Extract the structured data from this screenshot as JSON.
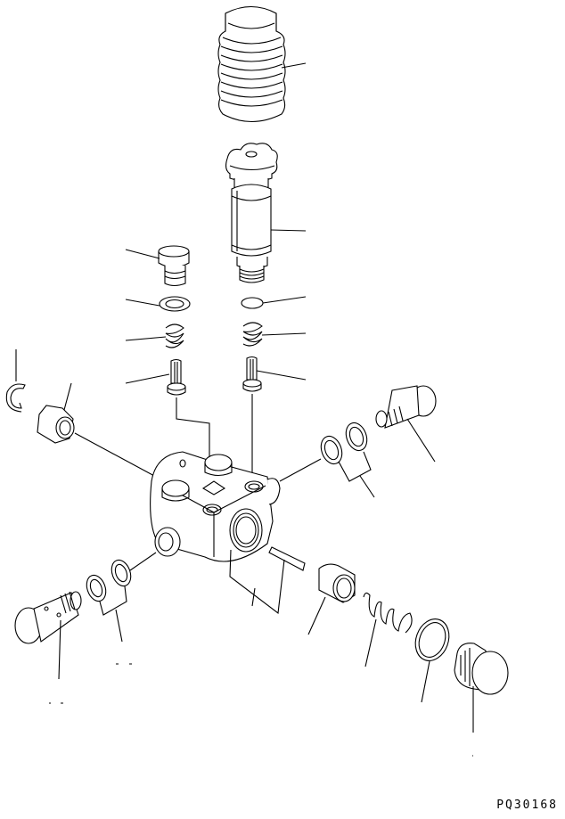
{
  "diagram": {
    "type": "exploded-parts-diagram",
    "subject": "fuel feed pump assembly",
    "drawing_code": "PQ30168",
    "line_color": "#000000",
    "background": "#ffffff",
    "parts": [
      {
        "id": "bellows-cover",
        "label": "bellows / dust cover"
      },
      {
        "id": "priming-pump",
        "label": "priming pump (knurled knob, cylinder, threaded end)"
      },
      {
        "id": "plug-top-left",
        "label": "plug"
      },
      {
        "id": "washer-left",
        "label": "gasket washer"
      },
      {
        "id": "o-ring-right",
        "label": "o-ring"
      },
      {
        "id": "spring-left",
        "label": "spring"
      },
      {
        "id": "spring-right",
        "label": "spring"
      },
      {
        "id": "valve-left",
        "label": "check valve"
      },
      {
        "id": "valve-right",
        "label": "check valve"
      },
      {
        "id": "snap-ring",
        "label": "snap ring"
      },
      {
        "id": "strainer-nut",
        "label": "strainer / nut"
      },
      {
        "id": "pump-body",
        "label": "pump housing"
      },
      {
        "id": "banjo-bolt-right",
        "label": "banjo bolt"
      },
      {
        "id": "gaskets-right",
        "label": "gasket pair"
      },
      {
        "id": "banjo-bolt-left",
        "label": "banjo bolt"
      },
      {
        "id": "gaskets-left",
        "label": "gasket pair"
      },
      {
        "id": "pin",
        "label": "pin"
      },
      {
        "id": "piston",
        "label": "piston"
      },
      {
        "id": "spring-piston",
        "label": "piston spring"
      },
      {
        "id": "gasket-plug",
        "label": "gasket"
      },
      {
        "id": "plug-bottom-right",
        "label": "plug"
      }
    ]
  }
}
